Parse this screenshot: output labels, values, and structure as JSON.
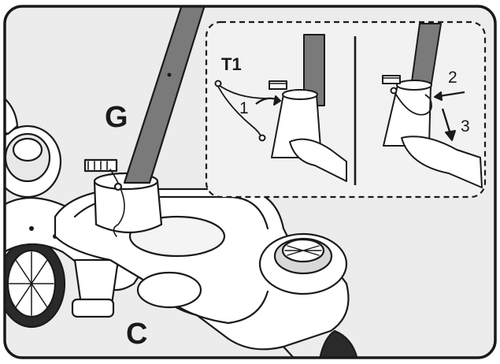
{
  "labels": {
    "main_part": "G",
    "base_part": "C",
    "tool": "T1",
    "step_1": "1",
    "step_2": "2",
    "step_3": "3"
  },
  "colors": {
    "ink": "#1a1a1a",
    "tube": "#7a7a7a",
    "panel_bg": "#f2f2f2",
    "frame_bg": "#ececec"
  }
}
